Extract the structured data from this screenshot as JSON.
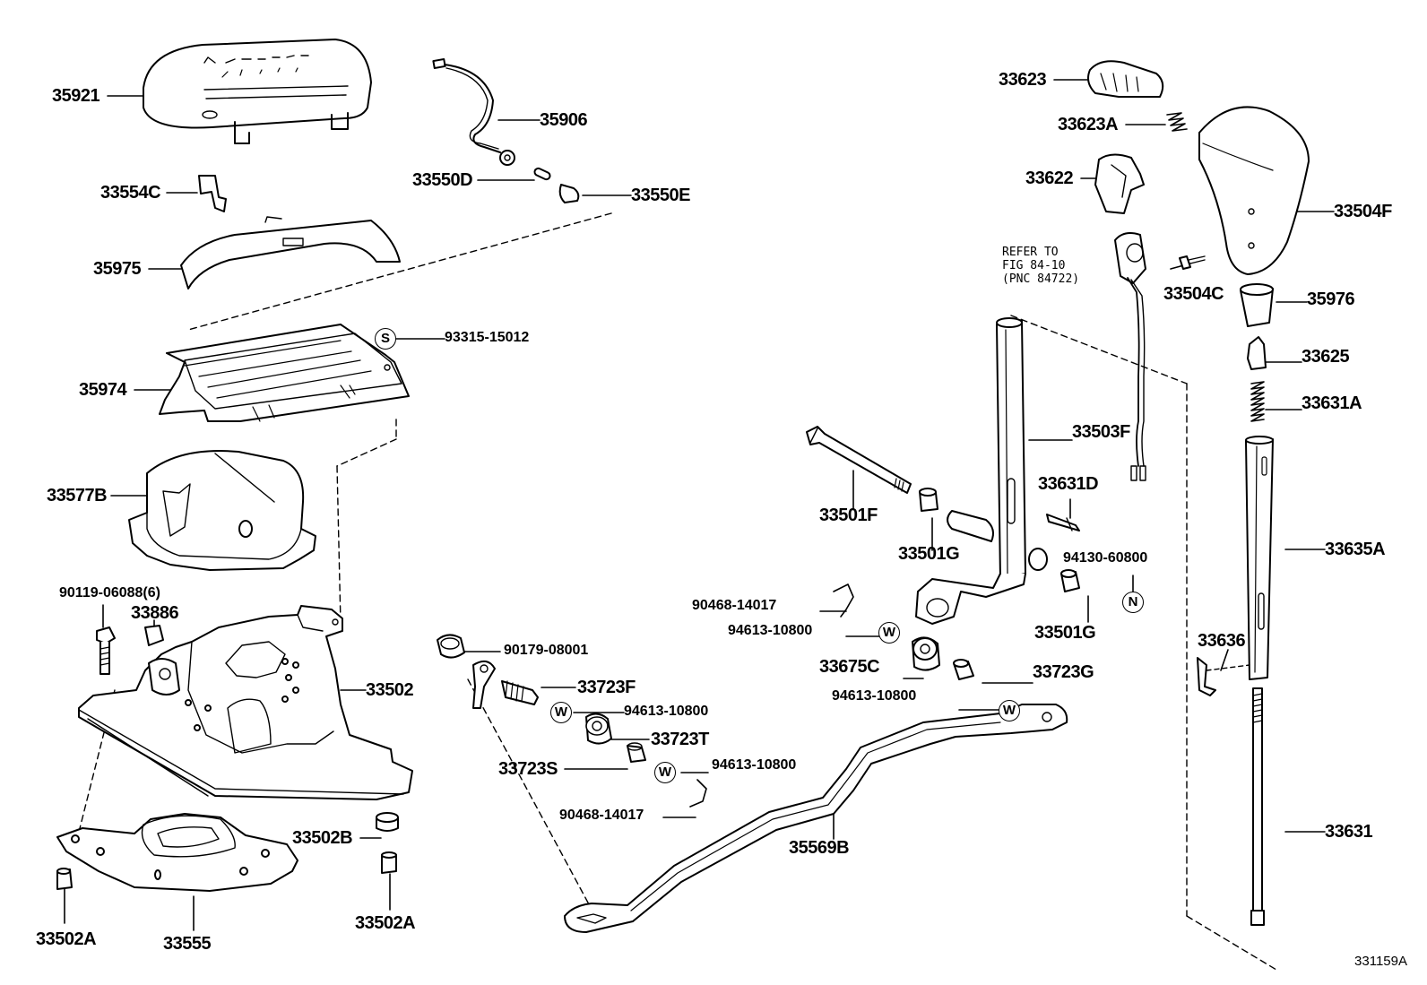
{
  "diagram": {
    "drawing_code": "331159A",
    "reference_note": "REFER TO\nFIG 84-10\n(PNC 84722)",
    "symbols": {
      "S": "S",
      "W": "W",
      "N": "N"
    },
    "parts": {
      "p35921": "35921",
      "p35906": "35906",
      "p33550D": "33550D",
      "p33550E": "33550E",
      "p33554C": "33554C",
      "p35975": "35975",
      "p93315": "93315-15012",
      "p35974": "35974",
      "p33577B": "33577B",
      "p90119": "90119-06088(6)",
      "p33886": "33886",
      "p33502": "33502",
      "p33502B": "33502B",
      "p33502A_left": "33502A",
      "p33555": "33555",
      "p33502A_right": "33502A",
      "p90179": "90179-08001",
      "p33723F": "33723F",
      "p94613_a": "94613-10800",
      "p33723T": "33723T",
      "p33723S": "33723S",
      "p94613_b": "94613-10800",
      "p90468_lower": "90468-14017",
      "p35569B": "35569B",
      "p33623": "33623",
      "p33623A": "33623A",
      "p33622": "33622",
      "p33504F": "33504F",
      "p33504C": "33504C",
      "p35976": "35976",
      "p33625": "33625",
      "p33631A": "33631A",
      "p33503F": "33503F",
      "p33501F": "33501F",
      "p33631D": "33631D",
      "p33501G_a": "33501G",
      "p94130": "94130-60800",
      "p90468_upper": "90468-14017",
      "p94613_c": "94613-10800",
      "p33501G_b": "33501G",
      "p33675C": "33675C",
      "p33723G": "33723G",
      "p94613_d": "94613-10800",
      "p33635A": "33635A",
      "p33636": "33636",
      "p33631": "33631"
    }
  }
}
